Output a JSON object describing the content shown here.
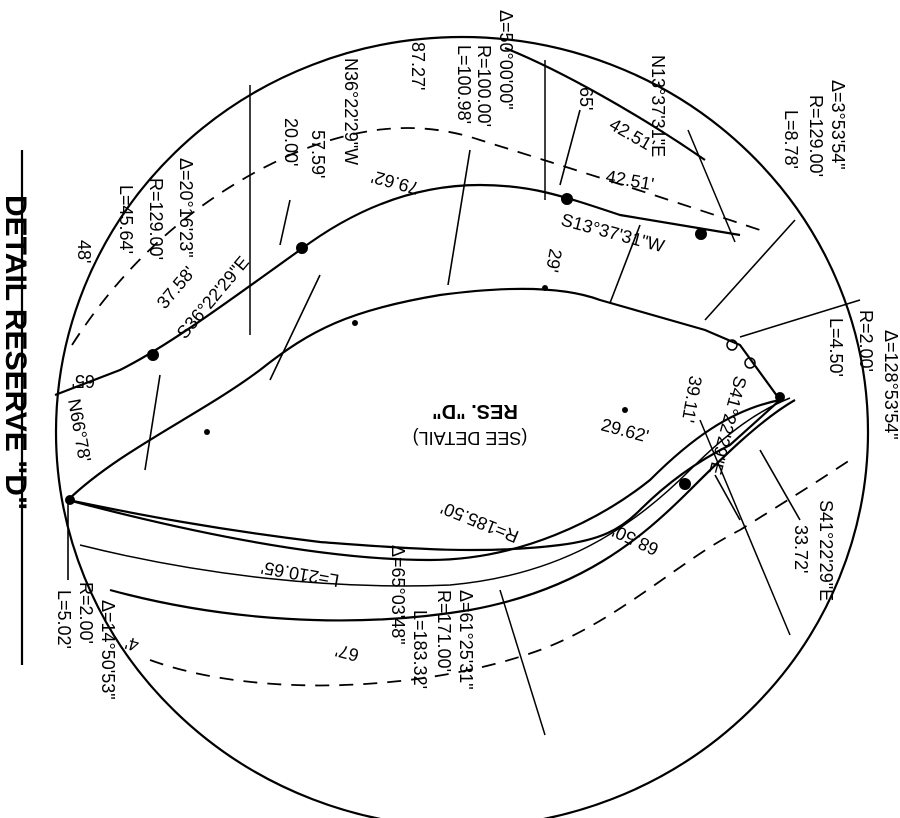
{
  "title": "DETAIL RESERVE \"D\"",
  "reserve_label": "RES. \"D\"",
  "see_detail": "(SEE DETAIL)",
  "labels": {
    "curve_top_delta": "Δ=50°00'00\"",
    "curve_top_radius": "R=100.00'",
    "curve_top_length": "L=100.98'",
    "dist_87_27": "87.27'",
    "bearing_n36": "N36°22'29\"W",
    "dist_57_59": "57.59'",
    "dist_20_00": "20.00'",
    "dist_79_62": "79.62'",
    "curve_left_delta": "Δ=20°16'23\"",
    "curve_left_radius": "R=129.00'",
    "curve_left_length": "L=45.64'",
    "dist_37_58": "37.58'",
    "bearing_s36": "S36°22'29\"E",
    "dist_48": "48'",
    "dist_65": "65'",
    "bearing_n66": "N66°78'",
    "dist_65_top": ".65'",
    "bearing_n13": "N13°37'31\"E",
    "dist_42_51a": "42.51'",
    "dist_42_51b": "42.51'",
    "bearing_s13": "S13°37'31\"W",
    "dist_29": "29'",
    "curve_tr_delta": "Δ=3°53'54\"",
    "curve_tr_radius": "R=129.00'",
    "curve_tr_length": "L=8.78'",
    "curve_r_delta": "Δ=128°53'54\"",
    "curve_r_radius": "R=2.00'",
    "curve_r_length": "L=4.50'",
    "dist_39_11": "39.11'",
    "bearing_s41_inner": "S41°22'29\"E",
    "dist_29_62": "29.62'",
    "bearing_s41": "S41°22'29\"E",
    "dist_33_72": "33.72'",
    "dist_68_50": "68.50'",
    "curve_bottom_r": "R=185.50'",
    "curve_bottom_l": "L=210.65'",
    "curve_bottom_delta2": "Δ=65°03'48\"",
    "curve_mid_delta": "Δ=61°25'31\"",
    "curve_mid_radius": "R=171.00'",
    "curve_mid_length": "L=183.32'",
    "dist_67": "67'",
    "dist_4": "4'",
    "curve_bl_delta": "Δ=14°50'53\"",
    "curve_bl_radius": "R=2.00'",
    "curve_bl_length": "L=5.02'"
  }
}
